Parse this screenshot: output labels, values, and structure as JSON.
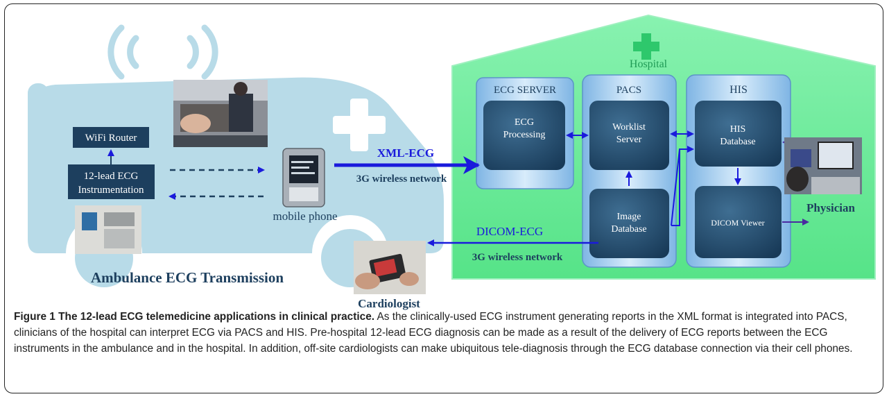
{
  "figure": {
    "labels": {
      "hospital": "Hospital",
      "wifi_router": "WiFi Router",
      "ecg_instr_1": "12-lead ECG",
      "ecg_instr_2": "Instrumentation",
      "mobile_phone": "mobile phone",
      "ambulance_title": "Ambulance ECG Transmission",
      "xml_ecg": "XML-ECG",
      "network_top": "3G wireless network",
      "dicom_ecg": "DICOM-ECG",
      "network_bottom": "3G wireless network",
      "cardiologist": "Cardiologist",
      "physician": "Physician",
      "ecg_server_title": "ECG SERVER",
      "pacs_title": "PACS",
      "his_title": "HIS",
      "ecg_processing_1": "ECG",
      "ecg_processing_2": "Processing",
      "worklist_1": "Worklist",
      "worklist_2": "Server",
      "image_db_1": "Image",
      "image_db_2": "Database",
      "his_db_1": "HIS",
      "his_db_2": "Database",
      "dicom_viewer": "DICOM Viewer"
    },
    "colors": {
      "ambulance": "#b8dbe8",
      "hospital_fill": "#6cec97",
      "arrow_blue": "#1a1adc",
      "column_fill": "#9cc6ec",
      "node_fill": "#204d70",
      "accent_green": "#2ec86c"
    }
  },
  "caption": {
    "title": "Figure 1 The 12-lead ECG telemedicine applications in clinical practice.",
    "body": "As the clinically-used ECG instrument generating reports in the XML format is integrated into PACS, clinicians of the hospital can interpret ECG via PACS and HIS. Pre-hospital 12-lead ECG diagnosis can be made as a result of the delivery of ECG reports between the ECG instruments in the ambulance and in the hospital. In addition, off-site cardiologists can make ubiquitous tele-diagnosis through the ECG database connection via their cell phones."
  }
}
